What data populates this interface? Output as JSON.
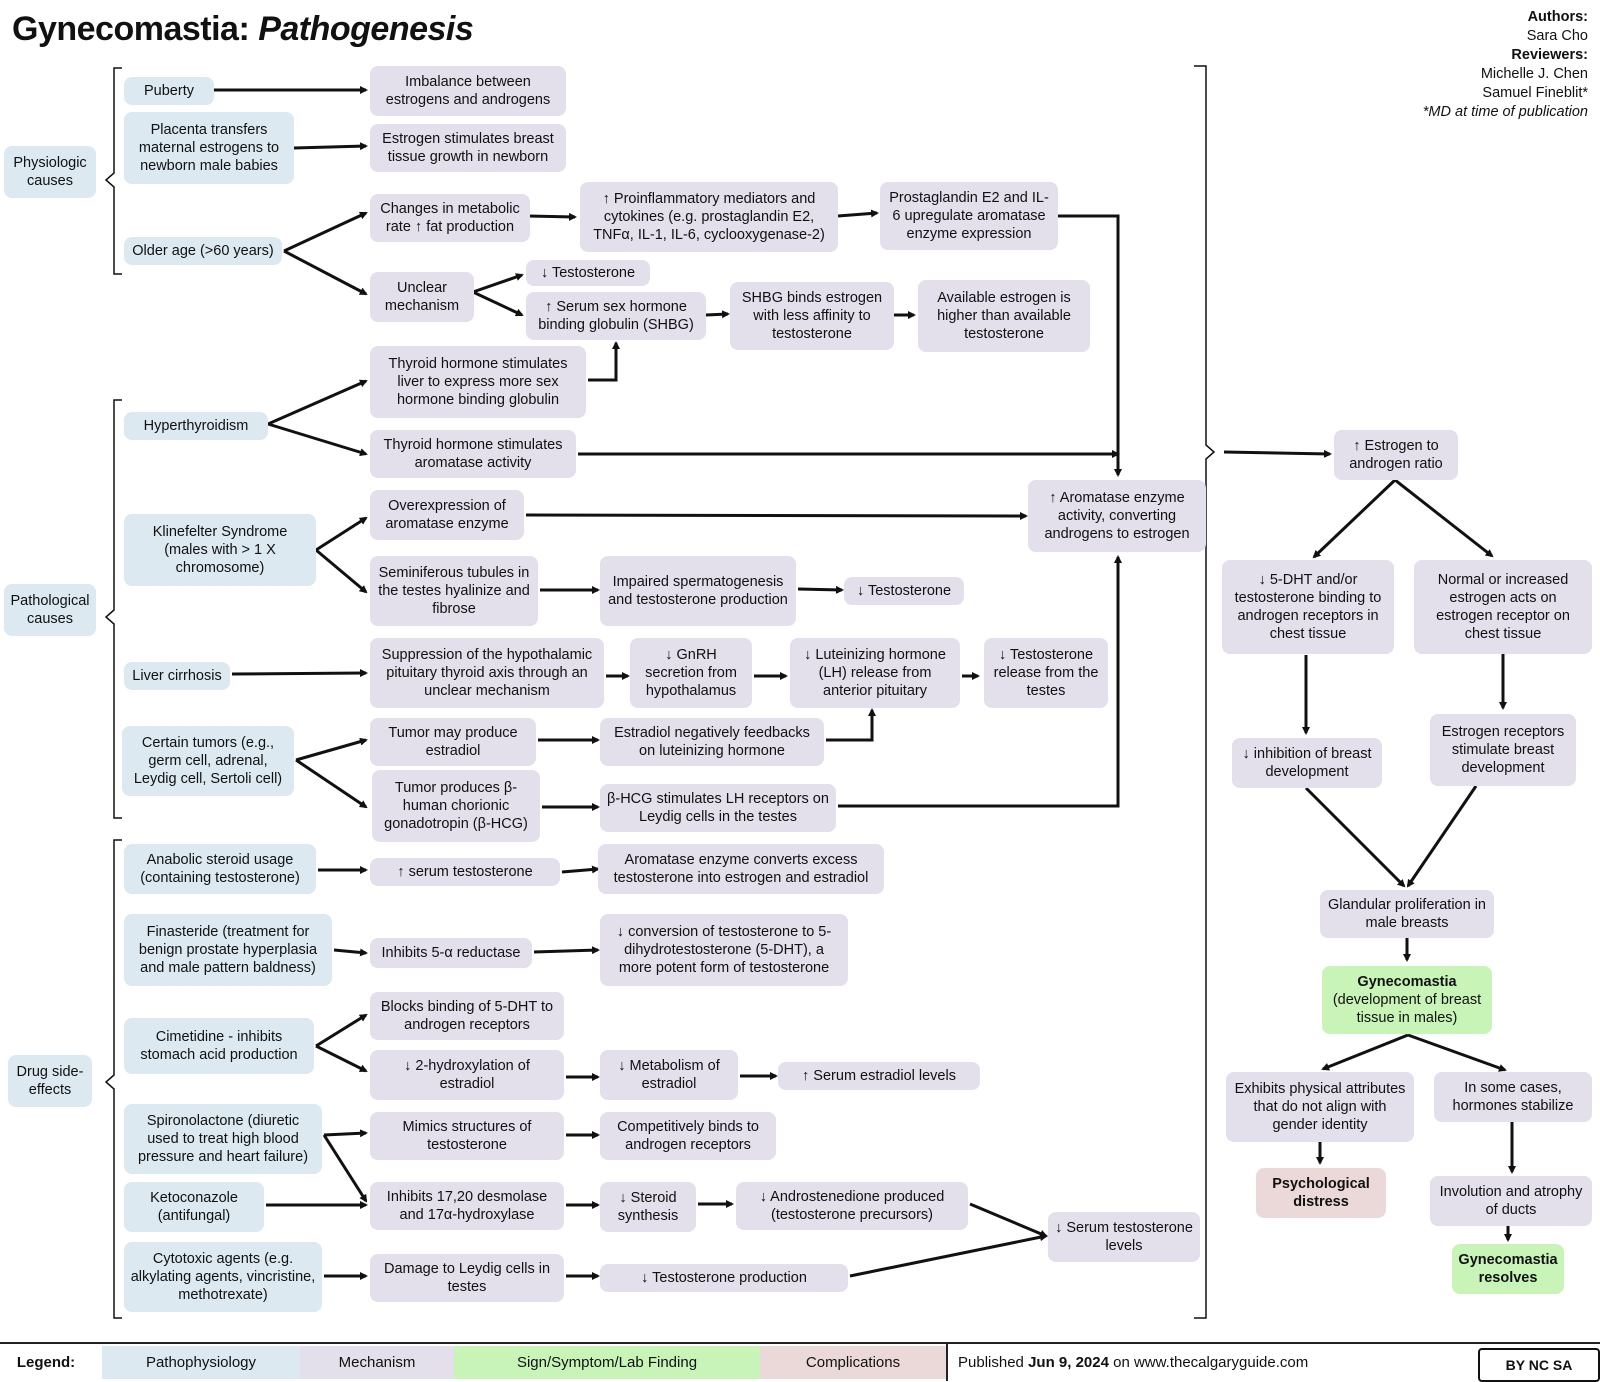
{
  "header": {
    "title_main": "Gynecomastia:",
    "title_italic": "Pathogenesis",
    "authors_label": "Authors:",
    "author1": "Sara Cho",
    "reviewers_label": "Reviewers:",
    "reviewer1": "Michelle J. Chen",
    "reviewer2": "Samuel Fineblit*",
    "footnote": "*MD at time of publication"
  },
  "categories": {
    "physiologic": "Physiologic causes",
    "pathological": "Pathological causes",
    "drug": "Drug side-effects"
  },
  "nodes": {
    "puberty": "Puberty",
    "placenta": "Placenta transfers maternal estrogens to newborn male babies",
    "older_age": "Older age (>60 years)",
    "imbalance": "Imbalance between estrogens and androgens",
    "estrogen_newborn": "Estrogen stimulates breast tissue growth in newborn",
    "metabolic": "Changes in metabolic rate ↑ fat production",
    "unclear": "Unclear mechanism",
    "proinflammatory": "↑ Proinflammatory mediators and cytokines (e.g. prostaglandin E2, TNFα, IL-1, IL-6, cyclooxygenase-2)",
    "prostaglandin": "Prostaglandin E2 and IL-6 upregulate aromatase enzyme expression",
    "testosterone_down1": "↓ Testosterone",
    "shbg_up": "↑ Serum sex hormone binding globulin (SHBG)",
    "shbg_binds": "SHBG binds estrogen with less affinity to testosterone",
    "available_estrogen": "Available estrogen is higher than available testosterone",
    "hyperthyroidism": "Hyperthyroidism",
    "thyroid_liver": "Thyroid hormone stimulates liver to express more sex hormone binding globulin",
    "thyroid_aromatase": "Thyroid hormone stimulates aromatase activity",
    "klinefelter": "Klinefelter Syndrome (males with > 1 X chromosome)",
    "overexpression": "Overexpression of aromatase enzyme",
    "seminiferous": "Seminiferous tubules in the testes hyalinize and fibrose",
    "impaired": "Impaired spermatogenesis and testosterone production",
    "testosterone_down2": "↓ Testosterone",
    "aromatase_up": "↑ Aromatase enzyme activity, converting androgens to estrogen",
    "liver_cirrhosis": "Liver cirrhosis",
    "suppression": "Suppression of the hypothalamic pituitary thyroid axis through an unclear mechanism",
    "gnrh": "↓ GnRH secretion from hypothalamus",
    "lh": "↓ Luteinizing hormone (LH) release from anterior pituitary",
    "testosterone_release": "↓ Testosterone release from the testes",
    "tumors": "Certain tumors (e.g., germ cell, adrenal, Leydig cell, Sertoli cell)",
    "tumor_estradiol": "Tumor may produce estradiol",
    "estradiol_feedback": "Estradiol negatively feedbacks on luteinizing hormone",
    "tumor_bhcg": "Tumor produces β-human chorionic gonadotropin (β-HCG)",
    "bhcg_lh": "β-HCG stimulates LH receptors on Leydig cells in the testes",
    "anabolic": "Anabolic steroid usage (containing testosterone)",
    "serum_testosterone_up": "↑ serum testosterone",
    "aromatase_converts": "Aromatase enzyme converts excess testosterone into estrogen and estradiol",
    "finasteride": "Finasteride (treatment for benign prostate hyperplasia and male pattern baldness)",
    "inhibits_5a": "Inhibits 5-α reductase",
    "conversion_down": "↓ conversion of testosterone to 5-dihydrotestosterone (5-DHT), a more potent form of testosterone",
    "cimetidine": "Cimetidine - inhibits stomach acid production",
    "blocks_binding": "Blocks binding of 5-DHT to androgen receptors",
    "hydroxylation": "↓ 2-hydroxylation of estradiol",
    "metabolism": "↓ Metabolism of estradiol",
    "serum_estradiol": "↑ Serum estradiol levels",
    "spironolactone": "Spironolactone (diuretic used to treat high blood pressure and heart failure)",
    "mimics": "Mimics structures of testosterone",
    "competitively": "Competitively binds to androgen receptors",
    "ketoconazole": "Ketoconazole (antifungal)",
    "inhibits_1720": "Inhibits 17,20 desmolase and 17α-hydroxylase",
    "steroid": "↓ Steroid synthesis",
    "androstenedione": "↓ Androstenedione produced (testosterone precursors)",
    "serum_testosterone_down": "↓ Serum testosterone levels",
    "cytotoxic": "Cytotoxic agents (e.g. alkylating agents, vincristine, methotrexate)",
    "damage_leydig": "Damage to Leydig cells in testes",
    "testosterone_production": "↓ Testosterone production",
    "estrogen_ratio": "↑ Estrogen to androgen ratio",
    "dht_binding": "↓ 5-DHT and/or testosterone binding to androgen receptors in chest tissue",
    "normal_estrogen": "Normal or increased estrogen acts on estrogen receptor on chest tissue",
    "inhibition_breast": "↓ inhibition of breast development",
    "estrogen_receptors": "Estrogen receptors stimulate breast development",
    "glandular": "Glandular proliferation in male breasts",
    "gynecomastia_title": "Gynecomastia",
    "gynecomastia_sub": "(development of breast tissue in males)",
    "physical_attributes": "Exhibits physical attributes that do not align with gender identity",
    "hormones_stabilize": "In some cases, hormones stabilize",
    "psych_distress": "Psychological distress",
    "involution": "Involution and atrophy of ducts",
    "resolves": "Gynecomastia resolves"
  },
  "legend": {
    "label": "Legend:",
    "pathophysiology": "Pathophysiology",
    "mechanism": "Mechanism",
    "sign": "Sign/Symptom/Lab Finding",
    "complications": "Complications"
  },
  "footer": {
    "published_prefix": "Published",
    "published_date": "Jun 9, 2024",
    "published_suffix": "on www.thecalgaryguide.com",
    "license": "BY NC SA"
  },
  "colors": {
    "pathophysiology": "#dce9f0",
    "mechanism": "#e3dfeb",
    "sign": "#c9f4b8",
    "complications": "#ebd9d9"
  }
}
